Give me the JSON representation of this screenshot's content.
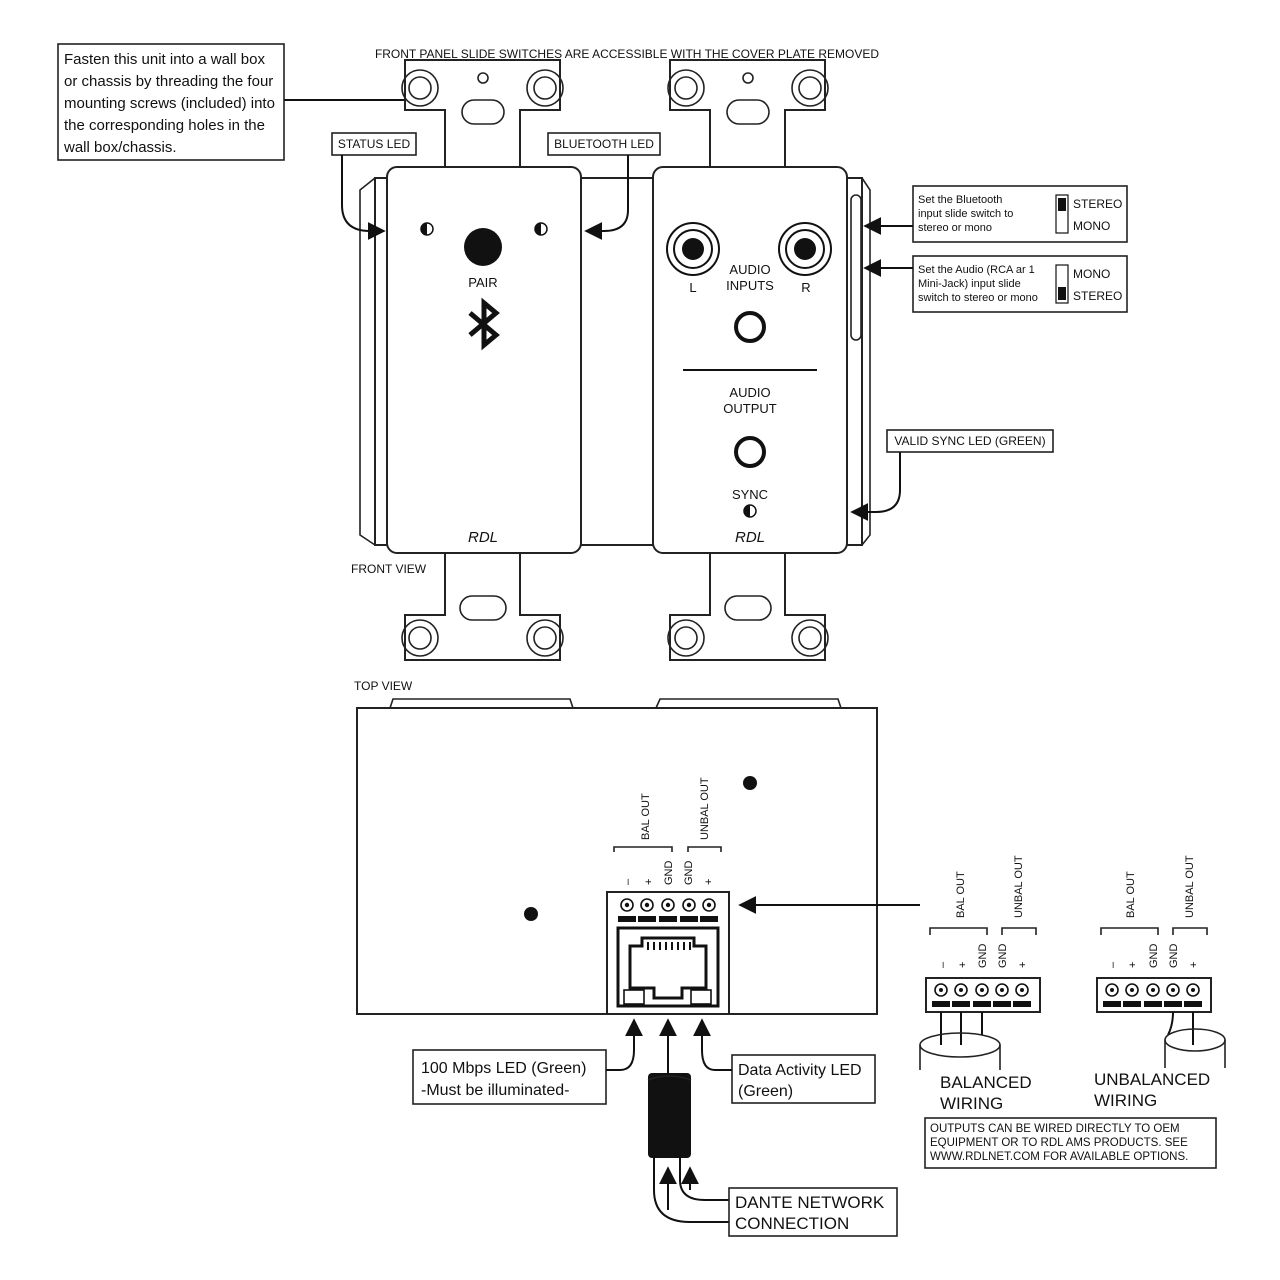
{
  "top_note": "FRONT PANEL SLIDE SWITCHES ARE ACCESSIBLE WITH THE COVER PLATE REMOVED",
  "fasten_note": [
    "Fasten this unit into a wall box",
    "or chassis by threading the four",
    "mounting screws (included) into",
    "the corresponding holes in the",
    "wall box/chassis."
  ],
  "callouts": {
    "status_led": "STATUS LED",
    "bluetooth_led": "BLUETOOTH LED",
    "valid_sync_led": "VALID SYNC LED (GREEN)"
  },
  "left_panel": {
    "pair": "PAIR",
    "brand": "RDL",
    "bluetooth_icon": "bluetooth-icon"
  },
  "right_panel": {
    "left_channel": "L",
    "right_channel": "R",
    "audio_inputs": [
      "AUDIO",
      "INPUTS"
    ],
    "audio_output": [
      "AUDIO",
      "OUTPUT"
    ],
    "sync": "SYNC",
    "brand": "RDL"
  },
  "bt_switch_note": {
    "text": [
      "Set the Bluetooth",
      "input slide switch to",
      "stereo or mono"
    ],
    "opt_top": "STEREO",
    "opt_bottom": "MONO"
  },
  "audio_switch_note": {
    "text": [
      "Set the Audio (RCA ar 1",
      "Mini-Jack) input slide",
      "switch to stereo or mono"
    ],
    "opt_top": "MONO",
    "opt_bottom": "STEREO"
  },
  "front_view_label": "FRONT VIEW",
  "top_view_label": "TOP VIEW",
  "terminal": {
    "bal_out": "BAL OUT",
    "unbal_out": "UNBAL OUT",
    "pins": [
      "–",
      "+",
      "GND",
      "GND",
      "+"
    ]
  },
  "led_100mbps": [
    "100 Mbps LED (Green)",
    "-Must be illuminated-"
  ],
  "data_activity": [
    "Data Activity LED",
    "(Green)"
  ],
  "dante": [
    "DANTE NETWORK",
    "CONNECTION"
  ],
  "balanced_wiring": [
    "BALANCED",
    "WIRING"
  ],
  "unbalanced_wiring": [
    "UNBALANCED",
    "WIRING"
  ],
  "outputs_note": [
    "OUTPUTS CAN BE WIRED DIRECTLY TO OEM",
    "EQUIPMENT OR TO RDL AMS PRODUCTS. SEE",
    "WWW.RDLNET.COM FOR AVAILABLE OPTIONS."
  ]
}
